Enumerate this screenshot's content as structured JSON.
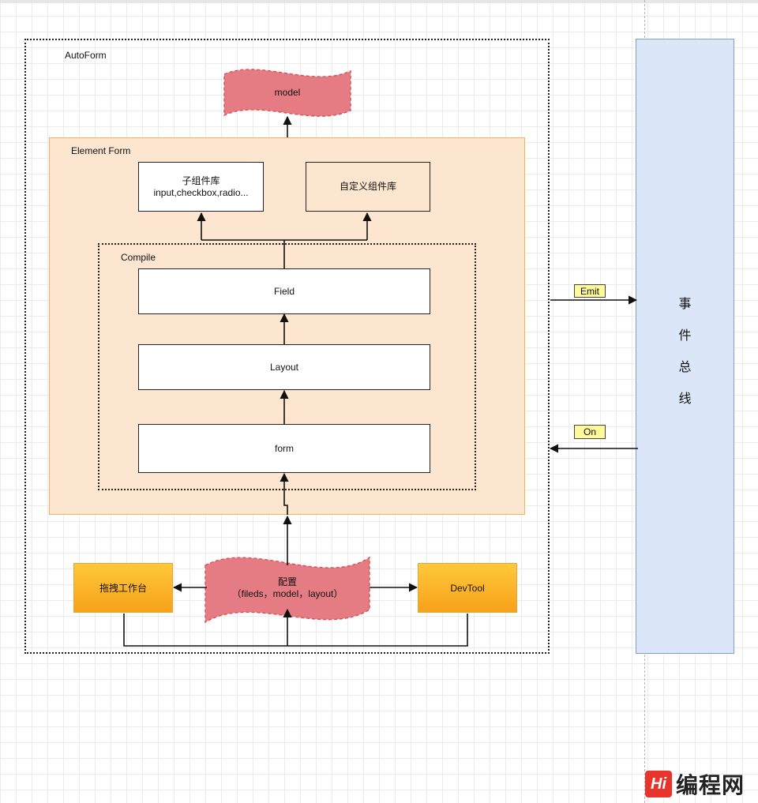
{
  "autoform_label": "AutoForm",
  "element_form_label": "Element Form",
  "compile_label": "Compile",
  "model_label": "model",
  "sub_lib": {
    "line1": "子组件库",
    "line2": "input,checkbox,radio..."
  },
  "custom_lib": "自定义组件库",
  "field": "Field",
  "layout": "Layout",
  "form": "form",
  "config": {
    "line1": "配置",
    "line2": "（fileds，model，layout）"
  },
  "drag_workbench": "拖拽工作台",
  "devtool": "DevTool",
  "emit": "Emit",
  "on": "On",
  "event_bus": [
    "事",
    "件",
    "总",
    "线"
  ],
  "watermark": "编程网",
  "colors": {
    "model_fill": "#e57b83",
    "element_form_fill": "#fde6cf",
    "orange_fill": "#fbb52a",
    "bus_fill": "#dbe7f8",
    "tag_fill": "#fff99c",
    "brand": "#e8342a"
  }
}
